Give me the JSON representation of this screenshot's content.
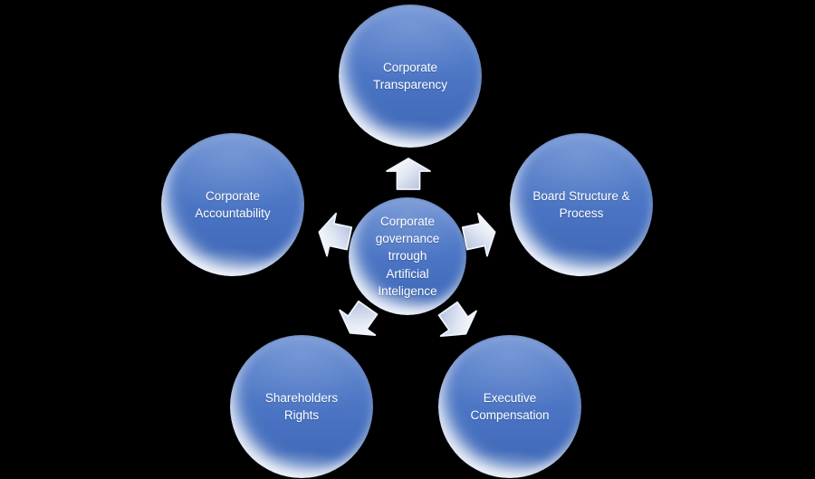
{
  "colors": {
    "background": "#000000",
    "node_fill_top": "#5f86cf",
    "node_fill_bottom": "#3d67b5",
    "node_text": "#ffffff",
    "arrow_fill_light": "#ffffff",
    "arrow_fill_dark": "#aebbdb"
  },
  "diagram": {
    "center": {
      "label": "Corporate governance trrough Artificial Inteligence"
    },
    "nodes": [
      {
        "position": "top",
        "label": "Corporate Transparency"
      },
      {
        "position": "right",
        "label": "Board Structure & Process"
      },
      {
        "position": "bottom-right",
        "label": "Executive Compensation"
      },
      {
        "position": "bottom-left",
        "label": "Shareholders Rights"
      },
      {
        "position": "left",
        "label": "Corporate Accountability"
      }
    ],
    "arrows": [
      {
        "direction": "up"
      },
      {
        "direction": "left"
      },
      {
        "direction": "right"
      },
      {
        "direction": "down-left"
      },
      {
        "direction": "down-right"
      }
    ]
  }
}
